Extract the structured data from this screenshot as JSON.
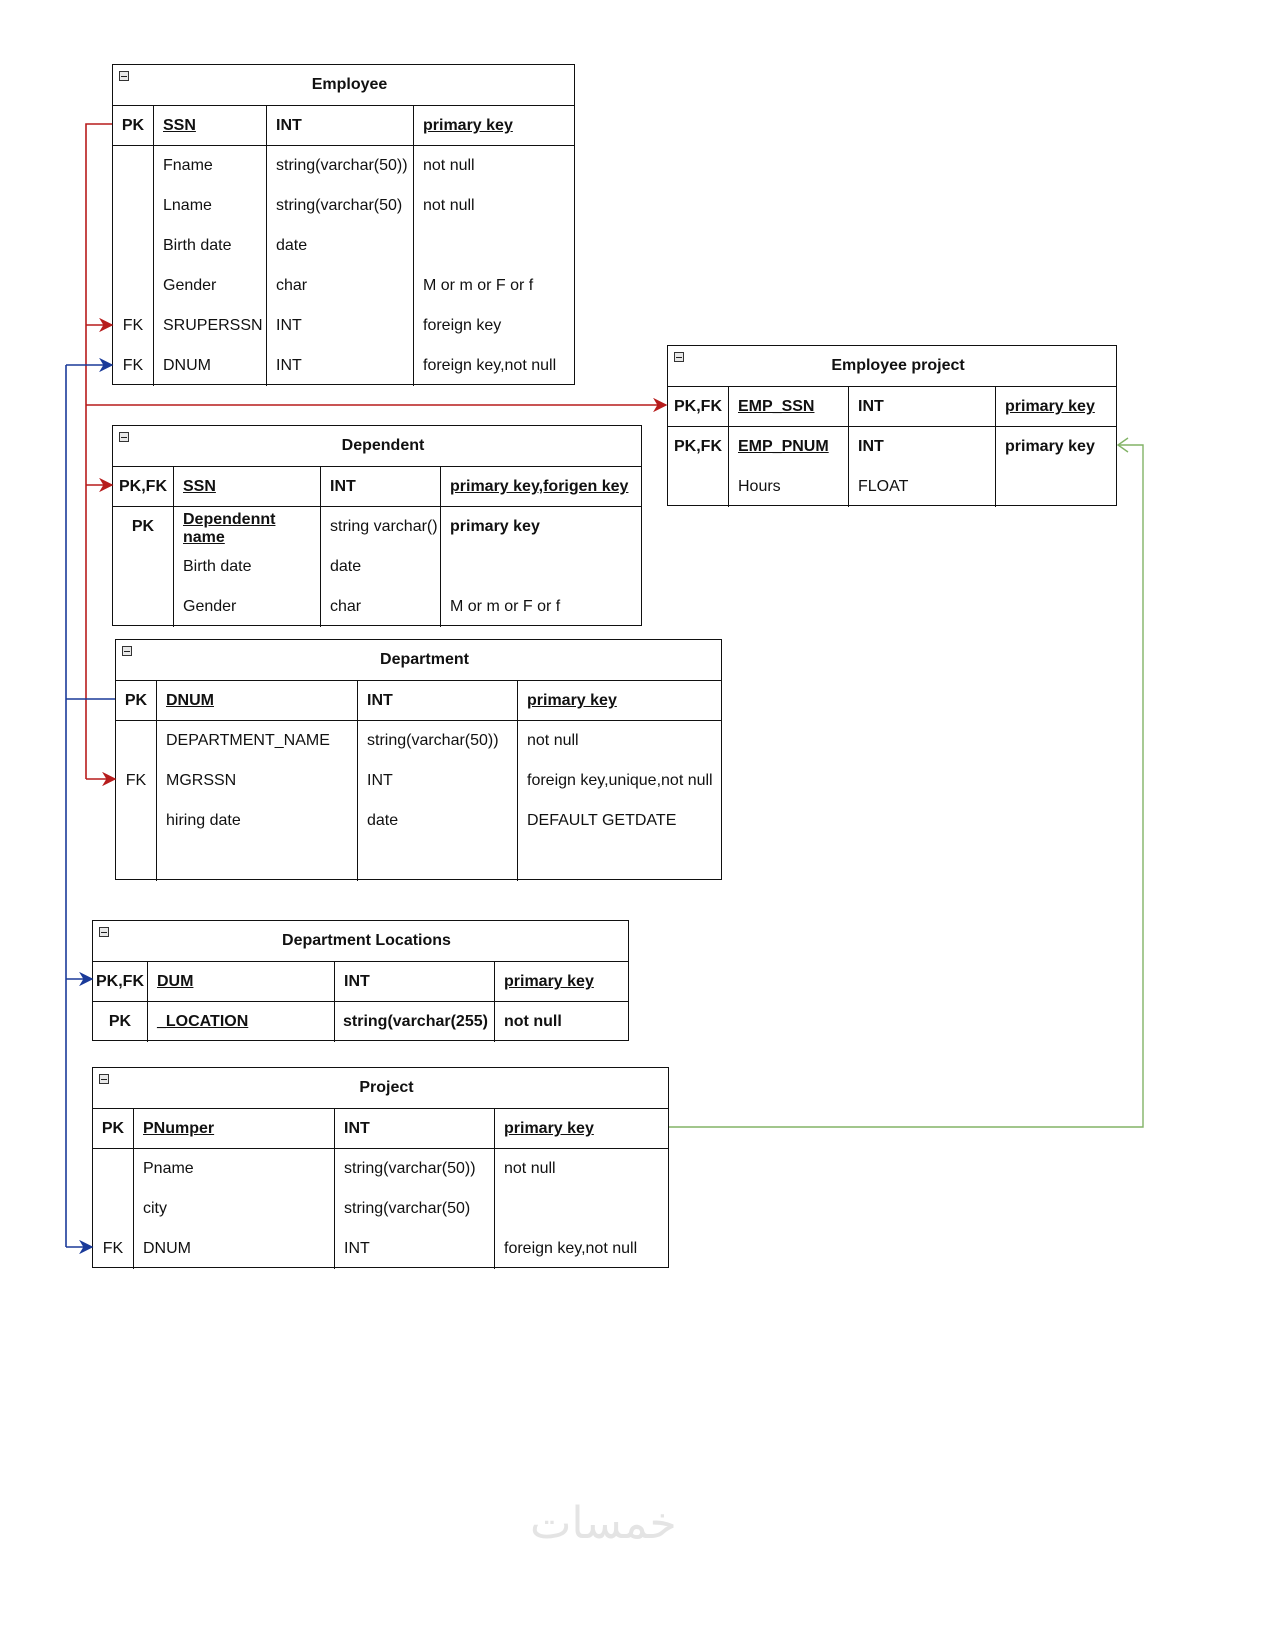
{
  "entities": {
    "employee": {
      "title": "Employee",
      "pk": {
        "key": "PK",
        "name": "SSN",
        "type": "INT",
        "constraint": "primary key"
      },
      "rows": [
        {
          "key": "",
          "name": "Fname",
          "type": "string(varchar(50))",
          "constraint": "not null"
        },
        {
          "key": "",
          "name": "Lname",
          "type": "string(varchar(50)",
          "constraint": "not null"
        },
        {
          "key": "",
          "name": "Birth date",
          "type": "date",
          "constraint": ""
        },
        {
          "key": "",
          "name": "Gender",
          "type": "char",
          "constraint": "M or m or F or f"
        },
        {
          "key": "FK",
          "name": "SRUPERSSN",
          "type": "INT",
          "constraint": "foreign key"
        },
        {
          "key": "FK",
          "name": "DNUM",
          "type": "INT",
          "constraint": "foreign key,not null"
        }
      ]
    },
    "employee_project": {
      "title": "Employee project",
      "pk": {
        "key": "PK,FK",
        "name": "EMP_SSN",
        "type": "INT",
        "constraint": "primary key"
      },
      "rows": [
        {
          "key": "PK,FK",
          "name": "EMP_PNUM",
          "type": "INT",
          "constraint": "primary key"
        },
        {
          "key": "",
          "name": "Hours",
          "type": "FLOAT",
          "constraint": ""
        }
      ]
    },
    "dependent": {
      "title": "Dependent",
      "pk": {
        "key": "PK,FK",
        "name": "SSN",
        "type": "INT",
        "constraint": "primary key,forigen key"
      },
      "rows": [
        {
          "key": "PK",
          "name": "Dependennt name",
          "type": "string varchar()",
          "constraint": "primary key"
        },
        {
          "key": "",
          "name": "Birth date",
          "type": "date",
          "constraint": ""
        },
        {
          "key": "",
          "name": "Gender",
          "type": "char",
          "constraint": "M or m or F or f"
        }
      ]
    },
    "department": {
      "title": "Department",
      "pk": {
        "key": "PK",
        "name": "DNUM",
        "type": "INT",
        "constraint": "primary key"
      },
      "rows": [
        {
          "key": "",
          "name": "DEPARTMENT_NAME",
          "type": "string(varchar(50))",
          "constraint": "not null"
        },
        {
          "key": "FK",
          "name": "MGRSSN",
          "type": "INT",
          "constraint": "foreign key,unique,not null"
        },
        {
          "key": "",
          "name": "hiring date",
          "type": "date",
          "constraint": "DEFAULT GETDATE"
        }
      ]
    },
    "department_locations": {
      "title": "Department Locations",
      "pk": {
        "key": "PK,FK",
        "name": "DUM",
        "type": "INT",
        "constraint": "primary key"
      },
      "rows": [
        {
          "key": "PK",
          "name": "_LOCATION",
          "type": "string(varchar(255)",
          "constraint": "not null"
        }
      ]
    },
    "project": {
      "title": "Project",
      "pk": {
        "key": "PK",
        "name": "PNumper",
        "type": "INT",
        "constraint": "primary key"
      },
      "rows": [
        {
          "key": "",
          "name": "Pname",
          "type": "string(varchar(50))",
          "constraint": "not null"
        },
        {
          "key": "",
          "name": "city",
          "type": "string(varchar(50)",
          "constraint": ""
        },
        {
          "key": "FK",
          "name": "DNUM",
          "type": "INT",
          "constraint": "foreign key,not null"
        }
      ]
    }
  },
  "colors": {
    "ssn_relationship": "#b71c1c",
    "dnum_relationship": "#1a3a99",
    "project_relationship": "#82b366"
  },
  "watermark": "خمسات"
}
